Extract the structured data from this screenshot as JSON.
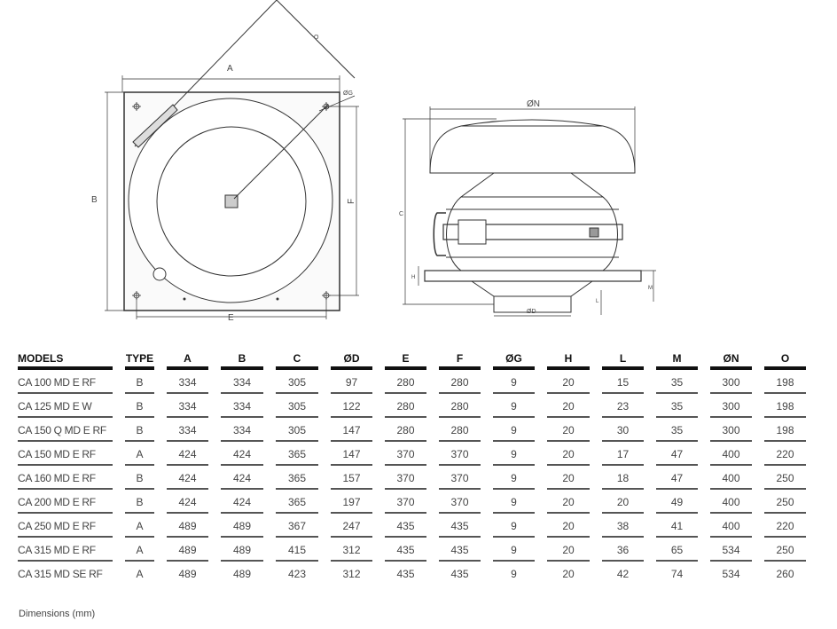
{
  "drawing": {
    "top_view_labels": {
      "A": "A",
      "B": "B",
      "E": "E",
      "F": "F",
      "O": "O",
      "G": "ØG"
    },
    "side_view_labels": {
      "N": "ØN",
      "C": "C",
      "H": "H",
      "M": "M",
      "L": "L",
      "D": "ØD"
    }
  },
  "table": {
    "headers": [
      "MODELS",
      "TYPE",
      "A",
      "B",
      "C",
      "ØD",
      "E",
      "F",
      "ØG",
      "H",
      "L",
      "M",
      "ØN",
      "O"
    ],
    "rows": [
      [
        "CA 100 MD E RF",
        "B",
        "334",
        "334",
        "305",
        "97",
        "280",
        "280",
        "9",
        "20",
        "15",
        "35",
        "300",
        "198"
      ],
      [
        "CA 125 MD E W",
        "B",
        "334",
        "334",
        "305",
        "122",
        "280",
        "280",
        "9",
        "20",
        "23",
        "35",
        "300",
        "198"
      ],
      [
        "CA 150 Q MD E RF",
        "B",
        "334",
        "334",
        "305",
        "147",
        "280",
        "280",
        "9",
        "20",
        "30",
        "35",
        "300",
        "198"
      ],
      [
        "CA 150 MD E RF",
        "A",
        "424",
        "424",
        "365",
        "147",
        "370",
        "370",
        "9",
        "20",
        "17",
        "47",
        "400",
        "220"
      ],
      [
        "CA 160 MD E RF",
        "B",
        "424",
        "424",
        "365",
        "157",
        "370",
        "370",
        "9",
        "20",
        "18",
        "47",
        "400",
        "250"
      ],
      [
        "CA 200 MD E RF",
        "B",
        "424",
        "424",
        "365",
        "197",
        "370",
        "370",
        "9",
        "20",
        "20",
        "49",
        "400",
        "250"
      ],
      [
        "CA 250 MD E RF",
        "A",
        "489",
        "489",
        "367",
        "247",
        "435",
        "435",
        "9",
        "20",
        "38",
        "41",
        "400",
        "220"
      ],
      [
        "CA 315 MD E RF",
        "A",
        "489",
        "489",
        "415",
        "312",
        "435",
        "435",
        "9",
        "20",
        "36",
        "65",
        "534",
        "250"
      ],
      [
        "CA 315 MD SE RF",
        "A",
        "489",
        "489",
        "423",
        "312",
        "435",
        "435",
        "9",
        "20",
        "42",
        "74",
        "534",
        "260"
      ]
    ]
  },
  "note": "Dimensions (mm)"
}
